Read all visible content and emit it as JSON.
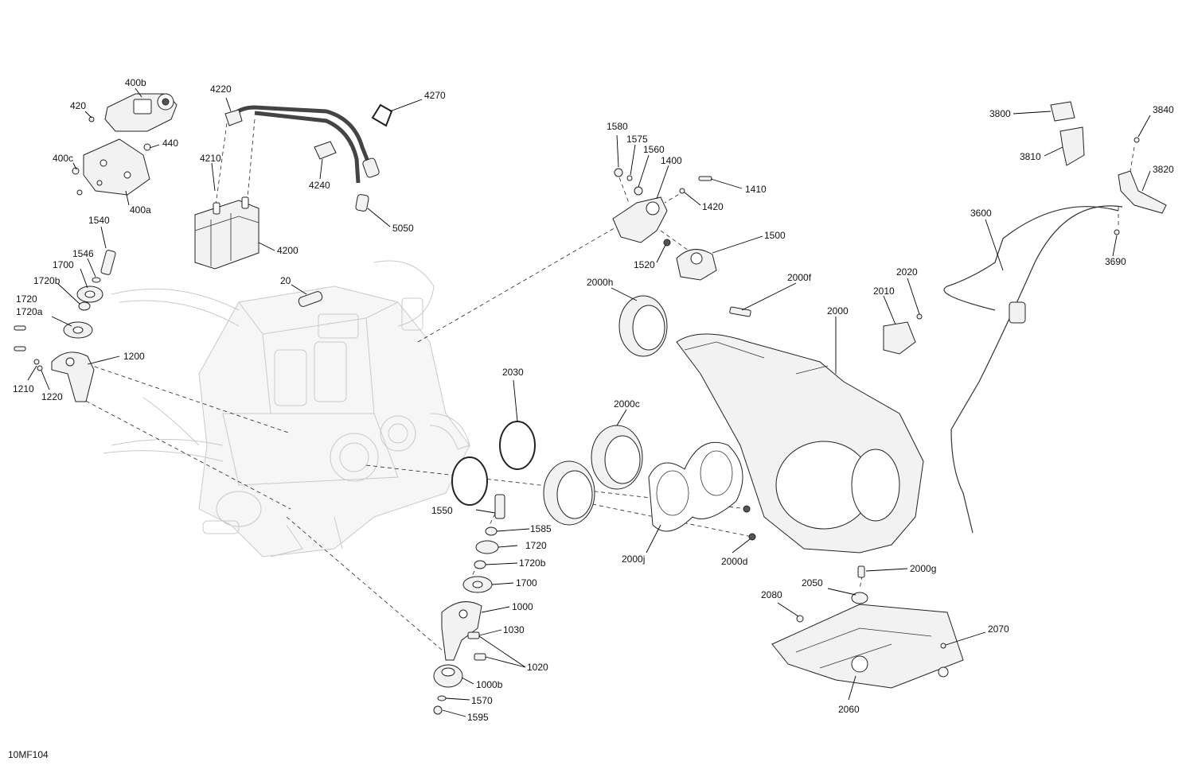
{
  "figure_code": "10MF104",
  "callouts": {
    "400b": "400b",
    "420": "420",
    "400c": "400c",
    "440": "440",
    "400a": "400a",
    "4220": "4220",
    "4270": "4270",
    "4210": "4210",
    "4240": "4240",
    "4200": "4200",
    "5050": "5050",
    "1540": "1540",
    "1546": "1546",
    "1700_l": "1700",
    "1720b_l": "1720b",
    "1720_l": "1720",
    "1720a": "1720a",
    "1200": "1200",
    "1210": "1210",
    "1220": "1220",
    "20": "20",
    "1580": "1580",
    "1575": "1575",
    "1560": "1560",
    "1400": "1400",
    "1410": "1410",
    "1420": "1420",
    "1500": "1500",
    "1520": "1520",
    "2000h": "2000h",
    "2000f": "2000f",
    "2000": "2000",
    "2010": "2010",
    "2020": "2020",
    "2030": "2030",
    "2000c": "2000c",
    "2000j": "2000j",
    "2000d": "2000d",
    "2000g": "2000g",
    "1550": "1550",
    "1585": "1585",
    "1720_c": "1720",
    "1720b_c": "1720b",
    "1700_c": "1700",
    "1000": "1000",
    "1030": "1030",
    "1020": "1020",
    "1000b": "1000b",
    "1570": "1570",
    "1595": "1595",
    "2080": "2080",
    "2050": "2050",
    "2070": "2070",
    "2060": "2060",
    "3800": "3800",
    "3840": "3840",
    "3810": "3810",
    "3820": "3820",
    "3600": "3600",
    "3690": "3690"
  }
}
